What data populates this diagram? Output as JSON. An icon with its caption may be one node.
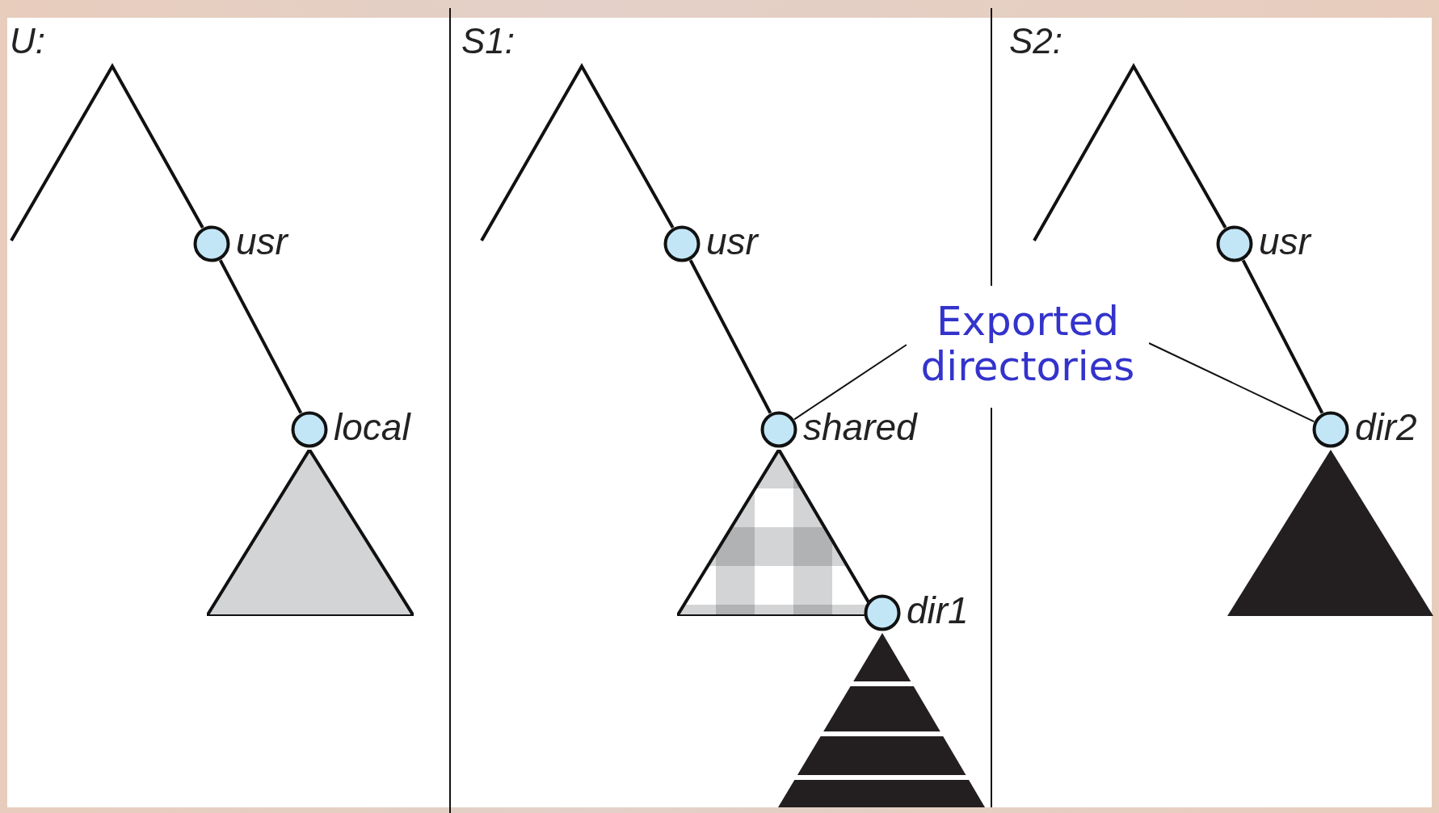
{
  "diagram": {
    "nodes": [
      {
        "text": [
          "U:"
        ]
      },
      {
        "text": [],
        "shape": "circle",
        "beside": [
          "usr"
        ],
        "in": 0
      },
      {
        "text": [],
        "shape": "circle",
        "beside": [
          "local"
        ],
        "in": 0
      },
      {
        "text": [],
        "shape": "triangle",
        "in": 0
      },
      {
        "text": [
          "S1:"
        ]
      },
      {
        "text": [],
        "shape": "circle",
        "beside": [
          "usr"
        ],
        "in": 4
      },
      {
        "text": [],
        "shape": "circle",
        "beside": [
          "shared"
        ],
        "in": 4
      },
      {
        "text": [],
        "shape": "triangle",
        "in": 4
      },
      {
        "text": [],
        "shape": "circle",
        "beside": [
          "dir1"
        ],
        "in": 4
      },
      {
        "text": [],
        "shape": "triangle",
        "in": 4
      },
      {
        "text": [
          "S2:"
        ]
      },
      {
        "text": [],
        "shape": "circle",
        "beside": [
          "usr"
        ],
        "in": 10
      },
      {
        "text": [],
        "shape": "circle",
        "beside": [
          "dir2"
        ],
        "in": 10
      },
      {
        "text": [],
        "shape": "triangle",
        "in": 10
      },
      {
        "text": [
          "Exported directories"
        ]
      }
    ],
    "edges": [
      {
        "from": null,
        "to": 1,
        "arrow": "none"
      },
      {
        "from": 1,
        "to": 2,
        "arrow": "none"
      },
      {
        "from": null,
        "to": 5,
        "arrow": "none"
      },
      {
        "from": 5,
        "to": 6,
        "arrow": "none"
      },
      {
        "from": null,
        "to": 11,
        "arrow": "none"
      },
      {
        "from": 11,
        "to": 12,
        "arrow": "none"
      },
      {
        "from": 14,
        "to": 6,
        "arrow": "none"
      },
      {
        "from": 14,
        "to": 12,
        "arrow": "none"
      }
    ]
  }
}
